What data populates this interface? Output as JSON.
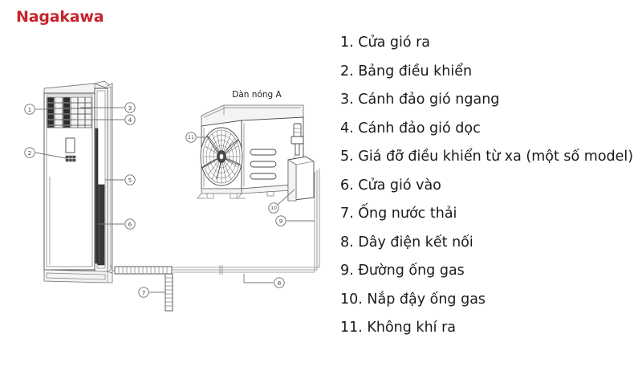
{
  "brand": {
    "name": "Nagakawa",
    "color": "#c8232c"
  },
  "diagram": {
    "outdoor_unit_caption": "Dàn nóng A",
    "callouts": [
      {
        "id": "1",
        "label": "1"
      },
      {
        "id": "2",
        "label": "2"
      },
      {
        "id": "3",
        "label": "3"
      },
      {
        "id": "4",
        "label": "4"
      },
      {
        "id": "5",
        "label": "5"
      },
      {
        "id": "6",
        "label": "6"
      },
      {
        "id": "7",
        "label": "7"
      },
      {
        "id": "8",
        "label": "8"
      },
      {
        "id": "9",
        "label": "9"
      },
      {
        "id": "10",
        "label": "10"
      },
      {
        "id": "11",
        "label": "11"
      }
    ]
  },
  "legend": {
    "items": [
      {
        "number": "1.",
        "text": "Cửa gió ra",
        "full": "1. Cửa gió ra"
      },
      {
        "number": "2.",
        "text": "Bảng điều khiển",
        "full": "2. Bảng điều khiển"
      },
      {
        "number": "3.",
        "text": "Cánh đảo gió ngang",
        "full": "3. Cánh đảo gió ngang"
      },
      {
        "number": "4.",
        "text": "Cánh đảo gió dọc",
        "full": "4. Cánh đảo gió dọc"
      },
      {
        "number": "5.",
        "text": "Giá đỡ điều khiển từ xa (một số model)",
        "full": "5. Giá đỡ điều khiển từ xa (một số model)"
      },
      {
        "number": "6.",
        "text": "Cửa gió vào",
        "full": "6. Cửa gió vào"
      },
      {
        "number": "7.",
        "text": "Ống nước thải",
        "full": "7. Ống nước thải"
      },
      {
        "number": "8.",
        "text": "Dây điện kết nối",
        "full": "8. Dây điện kết nối"
      },
      {
        "number": "9.",
        "text": "Đường ống gas",
        "full": "9. Đường ống gas"
      },
      {
        "number": "10.",
        "text": "Nắp đậy ống gas",
        "full": "10. Nắp đậy ống gas"
      },
      {
        "number": "11.",
        "text": "Không khí ra",
        "full": "11. Không khí ra"
      }
    ]
  }
}
